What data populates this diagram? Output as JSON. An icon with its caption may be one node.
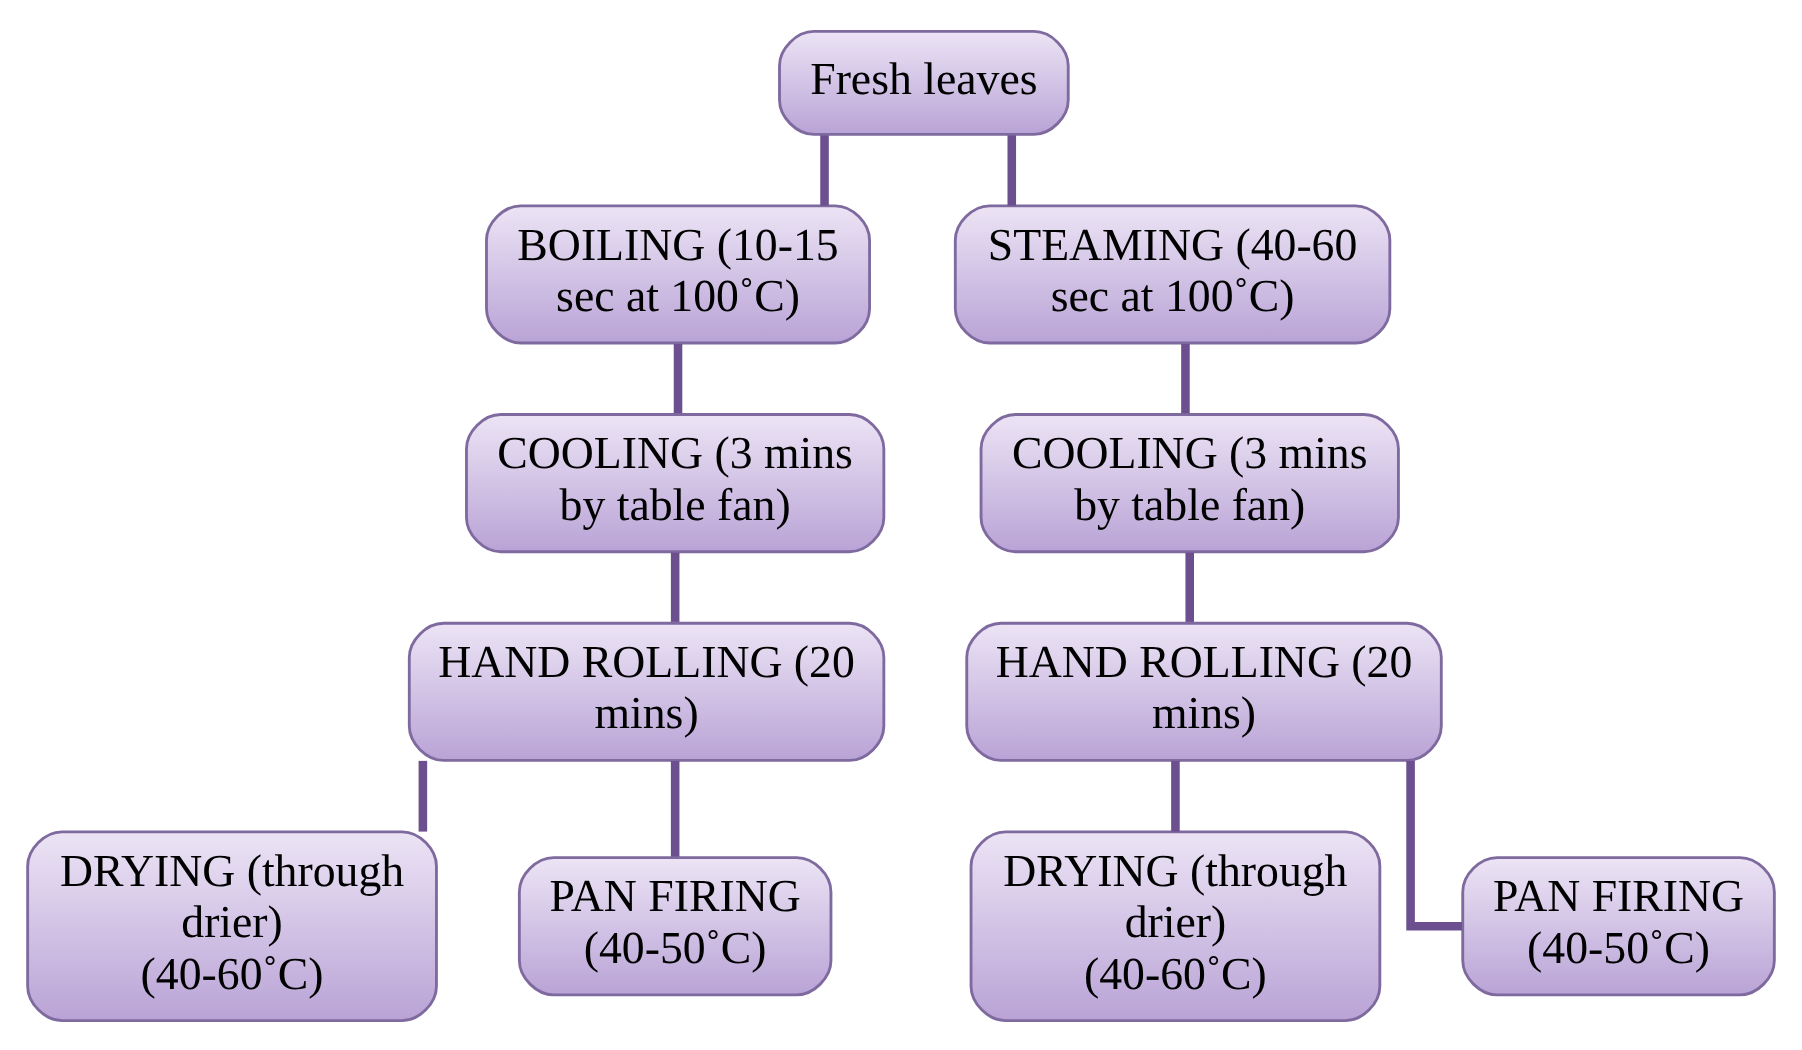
{
  "diagram": {
    "nodes": [
      {
        "text": [
          "Fresh leaves"
        ]
      },
      {
        "text": [
          "BOILING (10-15 sec at 100˚C)"
        ]
      },
      {
        "text": [
          "STEAMING (40-60 sec at 100˚C)"
        ]
      },
      {
        "text": [
          "COOLING (3 mins by table fan)"
        ]
      },
      {
        "text": [
          "COOLING (3 mins by table fan)"
        ]
      },
      {
        "text": [
          "HAND ROLLING (20 mins)"
        ]
      },
      {
        "text": [
          "HAND ROLLING (20 mins)"
        ]
      },
      {
        "text": [
          "DRYING (through drier)",
          "(40-60˚C)"
        ]
      },
      {
        "text": [
          "PAN FIRING",
          "(40-50˚C)"
        ]
      },
      {
        "text": [
          "DRYING (through drier)",
          "(40-60˚C)"
        ]
      },
      {
        "text": [
          "PAN FIRING",
          "(40-50˚C)"
        ]
      }
    ],
    "edges": [
      {
        "from": 0,
        "to": 1,
        "arrow": "none"
      },
      {
        "from": 0,
        "to": 2,
        "arrow": "none"
      },
      {
        "from": 1,
        "to": 3,
        "arrow": "none"
      },
      {
        "from": 2,
        "to": 4,
        "arrow": "none"
      },
      {
        "from": 3,
        "to": 5,
        "arrow": "none"
      },
      {
        "from": 4,
        "to": 6,
        "arrow": "none"
      },
      {
        "from": 5,
        "to": 7,
        "arrow": "none"
      },
      {
        "from": 5,
        "to": 8,
        "arrow": "none"
      },
      {
        "from": 6,
        "to": 9,
        "arrow": "none"
      },
      {
        "from": 6,
        "to": 10,
        "arrow": "none"
      }
    ]
  }
}
